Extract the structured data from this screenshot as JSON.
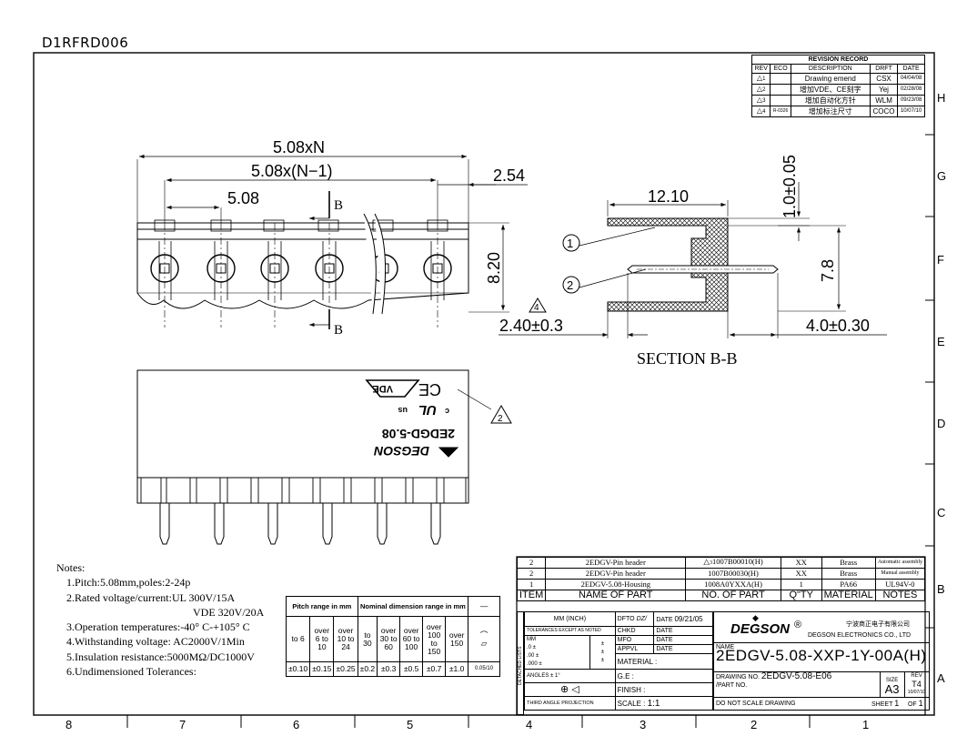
{
  "doc_code": "D1RFRD006",
  "revision": {
    "title": "REVISION RECORD",
    "headers": [
      "REV",
      "ECO",
      "DESCRIPTION",
      "DRFT",
      "DATE"
    ],
    "rows": [
      {
        "rev": "1",
        "eco": "",
        "desc": "Drawing emend",
        "drft": "CSX",
        "date": "04/04/08"
      },
      {
        "rev": "2",
        "eco": "",
        "desc": "增加VDE、CE刻字",
        "drft": "Yej",
        "date": "02/28/08"
      },
      {
        "rev": "3",
        "eco": "",
        "desc": "增加自动化方针",
        "drft": "WLM",
        "date": "09/23/08"
      },
      {
        "rev": "4",
        "eco": "R-0326",
        "desc": "增加标注尺寸",
        "drft": "COCO",
        "date": "10/07/10"
      }
    ]
  },
  "border": {
    "rows_right": [
      "H",
      "G",
      "F",
      "E",
      "D",
      "C",
      "B",
      "A"
    ],
    "cols_bottom": [
      "8",
      "7",
      "6",
      "5",
      "4",
      "3",
      "2",
      "1"
    ]
  },
  "front_view": {
    "dim_total": "5.08xN",
    "dim_n_minus_1": "5.08x(N−1)",
    "dim_pitch": "5.08",
    "dim_offset": "2.54",
    "dim_height": "8.20",
    "section_mark": "B"
  },
  "section_view": {
    "dim_width": "12.10",
    "dim_top": "1.0±0.05",
    "dim_pin": "7.8",
    "dim_base": "4.0±0.30",
    "dim_left": "2.40±0.3",
    "rev_ref": "4",
    "callout_1": "1",
    "callout_2": "2",
    "title": "SECTION B-B"
  },
  "top_view": {
    "mark_vde": "VDE",
    "mark_ce": "CE",
    "mark_c": "c",
    "mark_ul": "UL",
    "mark_us": "us",
    "part": "2EDGD-5.08",
    "brand": "DEGSON",
    "rev_ref": "2"
  },
  "notes": {
    "title": "Notes:",
    "lines": [
      "1.Pitch:5.08mm,poles:2-24p",
      "2.Rated voltage/current:UL  300V/15A",
      "VDE 320V/20A",
      "3.Operation temperatures:-40° C-+105° C",
      "4.Withstanding voltage: AC2000V/1Min",
      "5.Insulation resistance:5000MΩ/DC1000V",
      "6.Undimensioned Tolerances:"
    ]
  },
  "tolerance": {
    "h1": "Pitch range in mm",
    "h2": "Nominal dimension range in mm",
    "pitch_cols": [
      "to 6",
      "over 6 to 10",
      "over 10 to 24"
    ],
    "nominal_cols": [
      "to 30",
      "over 30 to 60",
      "over 60 to 100",
      "over 100 to 150",
      "over 150"
    ],
    "pitch_vals": [
      "±0.10",
      "±0.15",
      "±0.25"
    ],
    "nominal_vals": [
      "±0.2",
      "±0.3",
      "±0.5",
      "±0.7",
      "±1.0"
    ],
    "last": "0.05/10"
  },
  "bom": {
    "rows": [
      {
        "item": "2",
        "name": "2EDGV-Pin header",
        "no": "1007B00010(H)",
        "rev_ref": "3",
        "qty": "XX",
        "mat": "Brass",
        "note": "Automatic assembly"
      },
      {
        "item": "2",
        "name": "2EDGV-Pin header",
        "no": "1007B00030(H)",
        "rev_ref": "",
        "qty": "XX",
        "mat": "Brass",
        "note": "Manual assembly"
      },
      {
        "item": "1",
        "name": "2EDGV-5.08-Housing",
        "no": "1008A0YXXA(H)",
        "rev_ref": "",
        "qty": "1",
        "mat": "PA66",
        "note": "UL94V-0"
      }
    ],
    "headers": [
      "ITEM",
      "NAME OF PART",
      "NO. OF PART",
      "Q\"TY",
      "MATERIAL",
      "NOTES"
    ]
  },
  "title_block": {
    "units": "MM (INCH)",
    "tol_label": "TOLERANCES EXCEPT AS NOTED",
    "tol_mm": "MM",
    "tol_rows": [
      ".0 ±",
      ".00 ±",
      ".000 ±"
    ],
    "tol_pm": "±",
    "angles": "ANGLES ±  1°",
    "detached": "DETACHED LISTS",
    "third_angle": "THIRD ANGLE PROJECTION",
    "dfto": "DFTO",
    "dfto_val": "DZ/",
    "date_label": "DATE",
    "date_val": "09/21/05",
    "chkd": "CHKD",
    "mfo": "MFO",
    "appvl": "APPVL",
    "material": "MATERIAL :",
    "ge": "G.E :",
    "finish": "FINISH :",
    "scale_label": "SCALE :",
    "scale": "1:1",
    "company_logo": "DEGSON",
    "reg": "®",
    "company_cn": "宁波商正电子有限公司",
    "company_en": "DEGSON ELECTRONICS CO., LTD",
    "name_label": "NAME",
    "name": "2EDGV-5.08-XXP-1Y-00A(H)",
    "drawing_no_label": "DRAWING NO.",
    "drawing_no": "2EDGV-5.08-E06",
    "part_no_label": "/PART NO.",
    "size_label": "SIZE",
    "size": "A3",
    "rev_label": "REV",
    "rev": "T4",
    "rev_date": "10/07/10",
    "do_not_scale": "DO NOT SCALE DRAWING",
    "sheet_label": "SHEET",
    "sheet": "1",
    "of_label": "OF",
    "of": "1"
  }
}
